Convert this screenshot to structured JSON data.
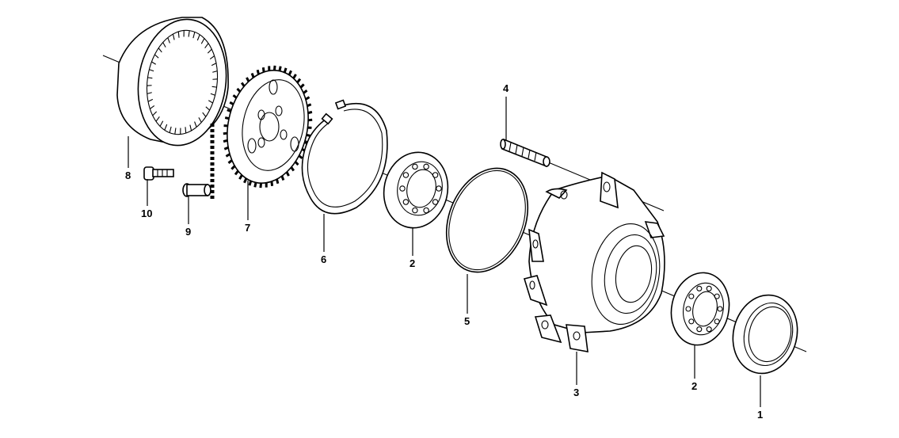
{
  "figure": {
    "callouts": [
      "1",
      "2",
      "2",
      "3",
      "4",
      "5",
      "6",
      "7",
      "8",
      "9",
      "10"
    ]
  }
}
